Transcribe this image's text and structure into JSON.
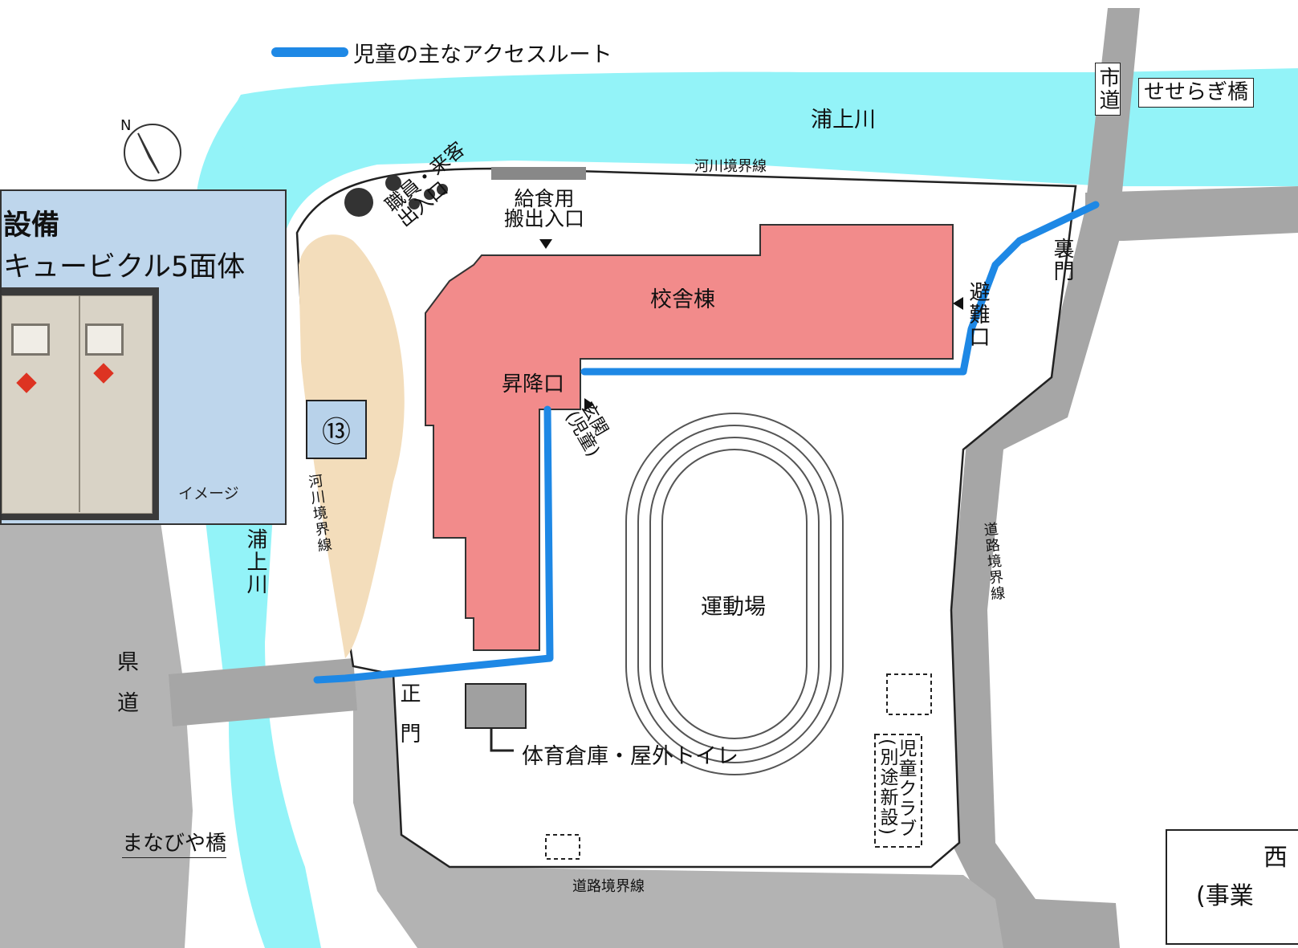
{
  "legend": {
    "route_label": "児童の主なアクセスルート"
  },
  "colors": {
    "river": "#93f3f8",
    "building": "#f28b8b",
    "route": "#1e88e5",
    "park": "#f3ddbb",
    "road": "#9b9b9b",
    "inset_bg": "#bed6ec"
  },
  "labels": {
    "river_top": "浦上川",
    "river_left": "浦上川",
    "city_road": "市道",
    "seseragi_bridge": "せせらぎ橋",
    "river_boundary_top": "河川境界線",
    "river_boundary_left": "河川境界線",
    "road_boundary_right": "道路境界線",
    "road_boundary_bottom": "道路境界線",
    "kyushoku": "給食用\n搬出入口",
    "staff_entrance": "職員・来客\n出入口",
    "school_building": "校舎棟",
    "elevator": "昇降口",
    "entrance_children": "玄関\n(児童)",
    "back_gate": "裏門",
    "evacuation": "避難口",
    "sports_field": "運動場",
    "main_gate": "正門",
    "gym_storage": "体育倉庫・屋外トイレ",
    "children_club": "児童クラブ\n(別途新設)",
    "prefectural_road": "県道",
    "manabiya_bridge": "まなびや橋",
    "north": "N"
  },
  "inset": {
    "title": "設備",
    "subtitle": "キュービクル5面体",
    "image_caption": "イメージ"
  },
  "marker_13": "⑬",
  "bottom_box": {
    "line1": "西",
    "line2": "(事業"
  }
}
